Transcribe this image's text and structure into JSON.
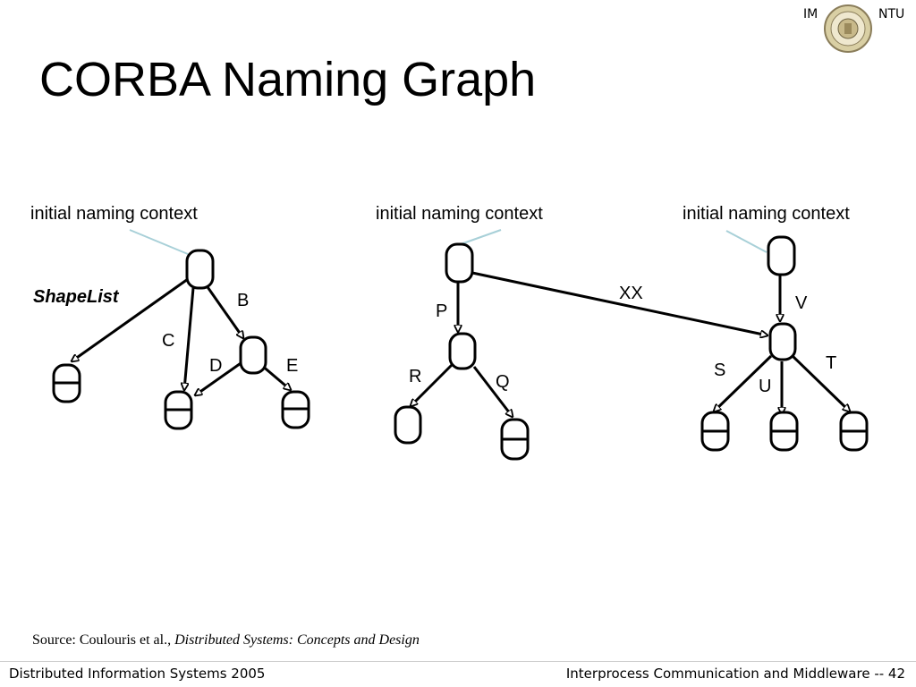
{
  "slide": {
    "title": "CORBA Naming Graph",
    "logo": {
      "left_text": "IM",
      "right_text": "NTU"
    }
  },
  "diagram": {
    "context_label_1": "initial naming context",
    "context_label_2": "initial naming context",
    "context_label_3": "initial naming context",
    "edge_labels": {
      "shapelist": "ShapeList",
      "b": "B",
      "c": "C",
      "d": "D",
      "e": "E",
      "p": "P",
      "r": "R",
      "q": "Q",
      "xx": "XX",
      "v": "V",
      "s": "S",
      "t": "T",
      "u": "U"
    },
    "colors": {
      "line": "#000000",
      "pointer": "#a8d0d8"
    }
  },
  "source": {
    "prefix": "Source: Coulouris et al., ",
    "book_title": "Distributed Systems: Concepts and Design"
  },
  "footer": {
    "left": "Distributed Information Systems 2005",
    "right": "Interprocess Communication and Middleware -- 42"
  }
}
